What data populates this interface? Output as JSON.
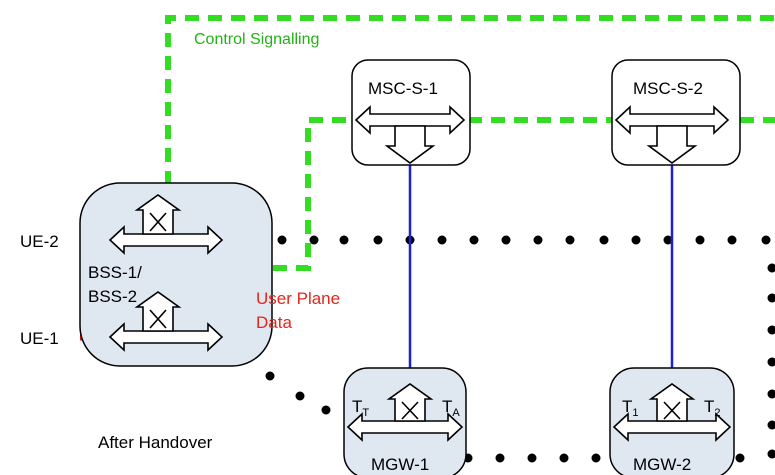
{
  "labels": {
    "control_signalling": "Control Signalling",
    "msc_s_1": "MSC-S-1",
    "msc_s_2": "MSC-S-2",
    "ue_2": "UE-2",
    "ue_1": "UE-1",
    "bss_line1": "BSS-1/",
    "bss_line2": "BSS-2",
    "user_plane_line1": "User Plane",
    "user_plane_line2": "Data",
    "after_handover": "After Handover",
    "mgw_1": "MGW-1",
    "mgw_2": "MGW-2",
    "t": "T",
    "t_t_sub": "T",
    "t_a_sub": "A",
    "t_1_sub": "1",
    "t_2_sub": "2"
  },
  "colors": {
    "control_signalling": "#33dd22",
    "user_plane": "#ee1111",
    "bearer_link": "#1f1fd6",
    "node_fill": "#dfe7f1",
    "server_fill": "#ffffff",
    "dotted_path": "#000000"
  }
}
